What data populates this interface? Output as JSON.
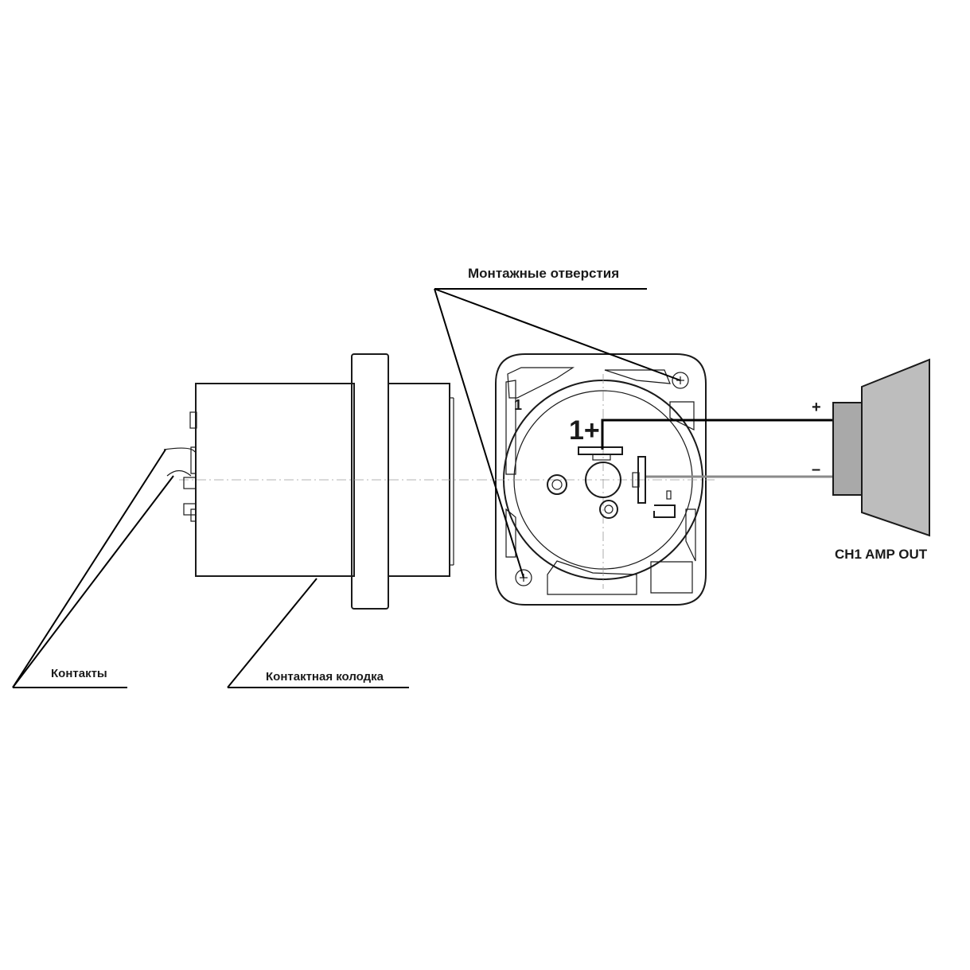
{
  "labels": {
    "mounting_holes": "Монтажные отверстия",
    "contacts": "Контакты",
    "contact_block": "Контактная колодка",
    "speaker_output": "CH1 AMP OUT",
    "plus_sign": "+",
    "minus_sign": "–",
    "pin_number_1": "1",
    "pin_1_plus": "1+"
  },
  "colors": {
    "line": "#1a1a1a",
    "positive_wire": "#000000",
    "negative_wire": "#8a8a8a",
    "speaker_fill": "#bdbdbd",
    "speaker_body_fill": "#a9a9a9"
  }
}
